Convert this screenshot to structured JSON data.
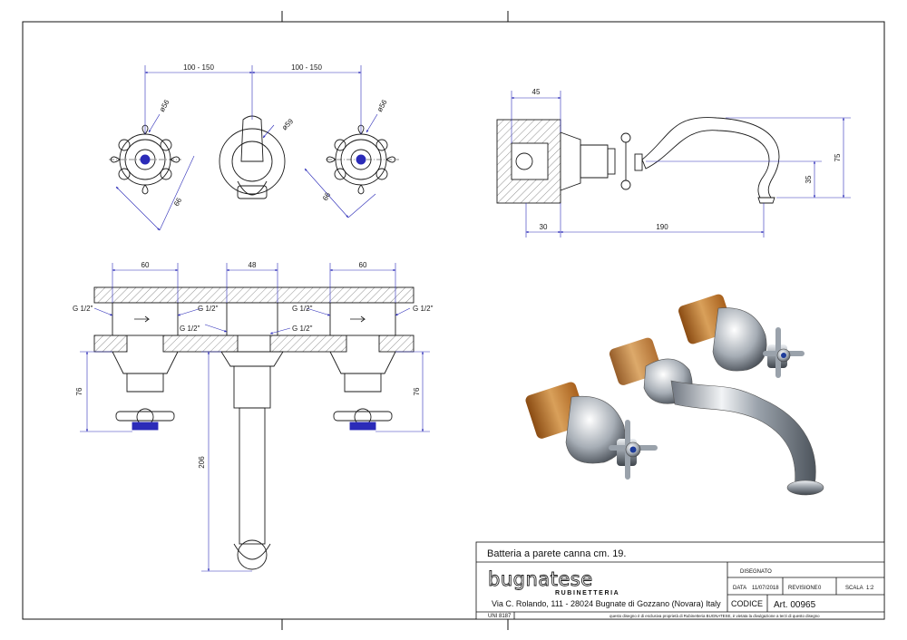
{
  "dimensions": {
    "spacing_left": "100 - 150",
    "spacing_right": "100 - 150",
    "handle_diameter_left": "ø56",
    "spout_diameter": "ø59",
    "handle_diameter_right": "ø56",
    "handle_diag_left": "66",
    "handle_diag_right": "66",
    "side_depth": "45",
    "side_height": "75",
    "side_height_low": "35",
    "side_offset": "30",
    "spout_length": "190",
    "body_width_left": "60",
    "body_width_center": "48",
    "body_width_right": "60",
    "thread_1": "G 1/2\"",
    "thread_2": "G 1/2\"",
    "thread_3": "G 1/2\"",
    "thread_4": "G 1/2\"",
    "thread_5": "G 1/2\"",
    "thread_6": "G 1/2\"",
    "handle_depth_left": "76",
    "handle_depth_right": "76",
    "spout_drop": "206"
  },
  "title_block": {
    "title": "Batteria a parete canna cm. 19.",
    "brand": "bugnatese",
    "brand_sub": "RUBINETTERIA",
    "address": "Via C. Rolando, 111 - 28024 Bugnate di Gozzano (Novara) Italy",
    "designed_label": "DISEGNATO",
    "date_label": "DATA",
    "date_value": "11/07/2018",
    "revision_label": "REVISIONE",
    "revision_value": "0",
    "scale_label": "SCALA",
    "scale_value": "1:2",
    "code_label": "CODICE",
    "article": "Art. 00965",
    "standard": "UNI 8187",
    "notice": "questo disegno è di esclusiva proprietà di Rubinetteria BUGNATESE, è vietata la divulgazione a terzi di questo disegno"
  },
  "colors": {
    "line": "#1a1a1a",
    "dimension": "#2b2bb8",
    "hatch": "#777777",
    "chrome_dark": "#6f7680",
    "chrome_light": "#f2f4f6",
    "wood": "#b86a1c",
    "wood_light": "#d9a05a",
    "accent_blue": "#1e3c9a"
  }
}
